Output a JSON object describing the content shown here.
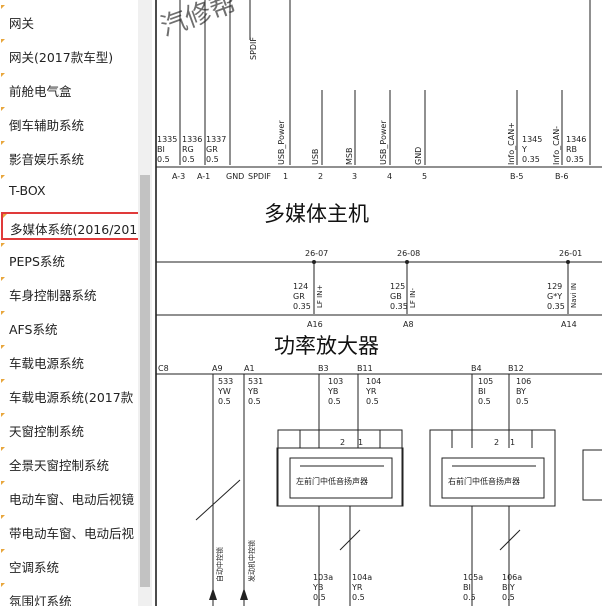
{
  "sidebar": {
    "items": [
      {
        "label": "网关"
      },
      {
        "label": "网关(2017款车型)"
      },
      {
        "label": "前舱电气盒"
      },
      {
        "label": "倒车辅助系统"
      },
      {
        "label": "影音娱乐系统"
      },
      {
        "label": "T-BOX"
      },
      {
        "label": "多媒体系统(2016/201",
        "selected": true
      },
      {
        "label": "PEPS系统"
      },
      {
        "label": "车身控制器系统"
      },
      {
        "label": "AFS系统"
      },
      {
        "label": "车载电源系统"
      },
      {
        "label": "车载电源系统(2017款"
      },
      {
        "label": "天窗控制系统"
      },
      {
        "label": "全景天窗控制系统"
      },
      {
        "label": "电动车窗、电动后视镜"
      },
      {
        "label": "带电动车窗、电动后视"
      },
      {
        "label": "空调系统"
      },
      {
        "label": "氛围灯系统"
      }
    ]
  },
  "diagram": {
    "watermark": "汽修帮",
    "top_wires": [
      {
        "num": "1335",
        "color": "BI",
        "size": "0.5",
        "pin": "A-3"
      },
      {
        "num": "1336",
        "color": "RG",
        "size": "0.5",
        "pin": "A-1"
      },
      {
        "num": "1337",
        "color": "GR",
        "size": "0.5",
        "pin": ""
      }
    ],
    "top_labels": {
      "gnd": "GND",
      "spdif": "SPDIF",
      "spdif_vert": "SPDIF",
      "usb_power1": "USB_Power",
      "usb": "USB",
      "msb": "MSB",
      "usb_power2": "USB_Power",
      "gnd2": "GND",
      "info_can_h": "Info_CAN+",
      "info_can_l": "Info_CAN-",
      "pin1": "1",
      "pin2": "2",
      "pin3": "3",
      "pin4": "4",
      "pin5": "5",
      "b5": "B-5",
      "b6": "B-6",
      "w1345": "1345",
      "w1345c": "Y",
      "w1345s": "0.35",
      "w1346": "1346",
      "w1346c": "RB",
      "w1346s": "0.35"
    },
    "head_unit_title": "多媒体主机",
    "mid": {
      "c1": "26-07",
      "c2": "26-08",
      "c3": "26-01",
      "w124": "124",
      "w124c": "GR",
      "w124s": "0.35",
      "w124l": "LF IN+",
      "w125": "125",
      "w125c": "GB",
      "w125s": "0.35",
      "w125l": "LF IN-",
      "w129": "129",
      "w129c": "G*Y",
      "w129s": "0.35",
      "w129l": "Navi IN",
      "a16": "A16",
      "a8": "A8",
      "a14": "A14"
    },
    "amp_title": "功率放大器",
    "amp": {
      "c8": "C8",
      "a9": "A9",
      "a1": "A1",
      "b3": "B3",
      "b11": "B11",
      "b4": "B4",
      "b12": "B12",
      "w533": "533",
      "w533c": "YW",
      "w533s": "0.5",
      "w531": "531",
      "w531c": "YB",
      "w531s": "0.5",
      "w103": "103",
      "w103c": "YB",
      "w103s": "0.5",
      "w104": "104",
      "w104c": "YR",
      "w104s": "0.5",
      "w105": "105",
      "w105c": "BI",
      "w105s": "0.5",
      "w106": "106",
      "w106c": "BY",
      "w106s": "0.5",
      "spk_left": "左前门中低音扬声器",
      "spk_right": "右前门中低音扬声器",
      "pin_1": "1",
      "pin_2": "2",
      "b103a": "103a",
      "b103ac": "YB",
      "b103as": "0.5",
      "b104a": "104a",
      "b104ac": "YR",
      "b104as": "0.5",
      "b105a": "105a",
      "b105ac": "BI",
      "b105as": "0.5",
      "b106a": "106a",
      "b106ac": "BIY",
      "b106as": "0.5",
      "vert1": "自动中控锁",
      "vert2": "发动机中控锁"
    }
  }
}
